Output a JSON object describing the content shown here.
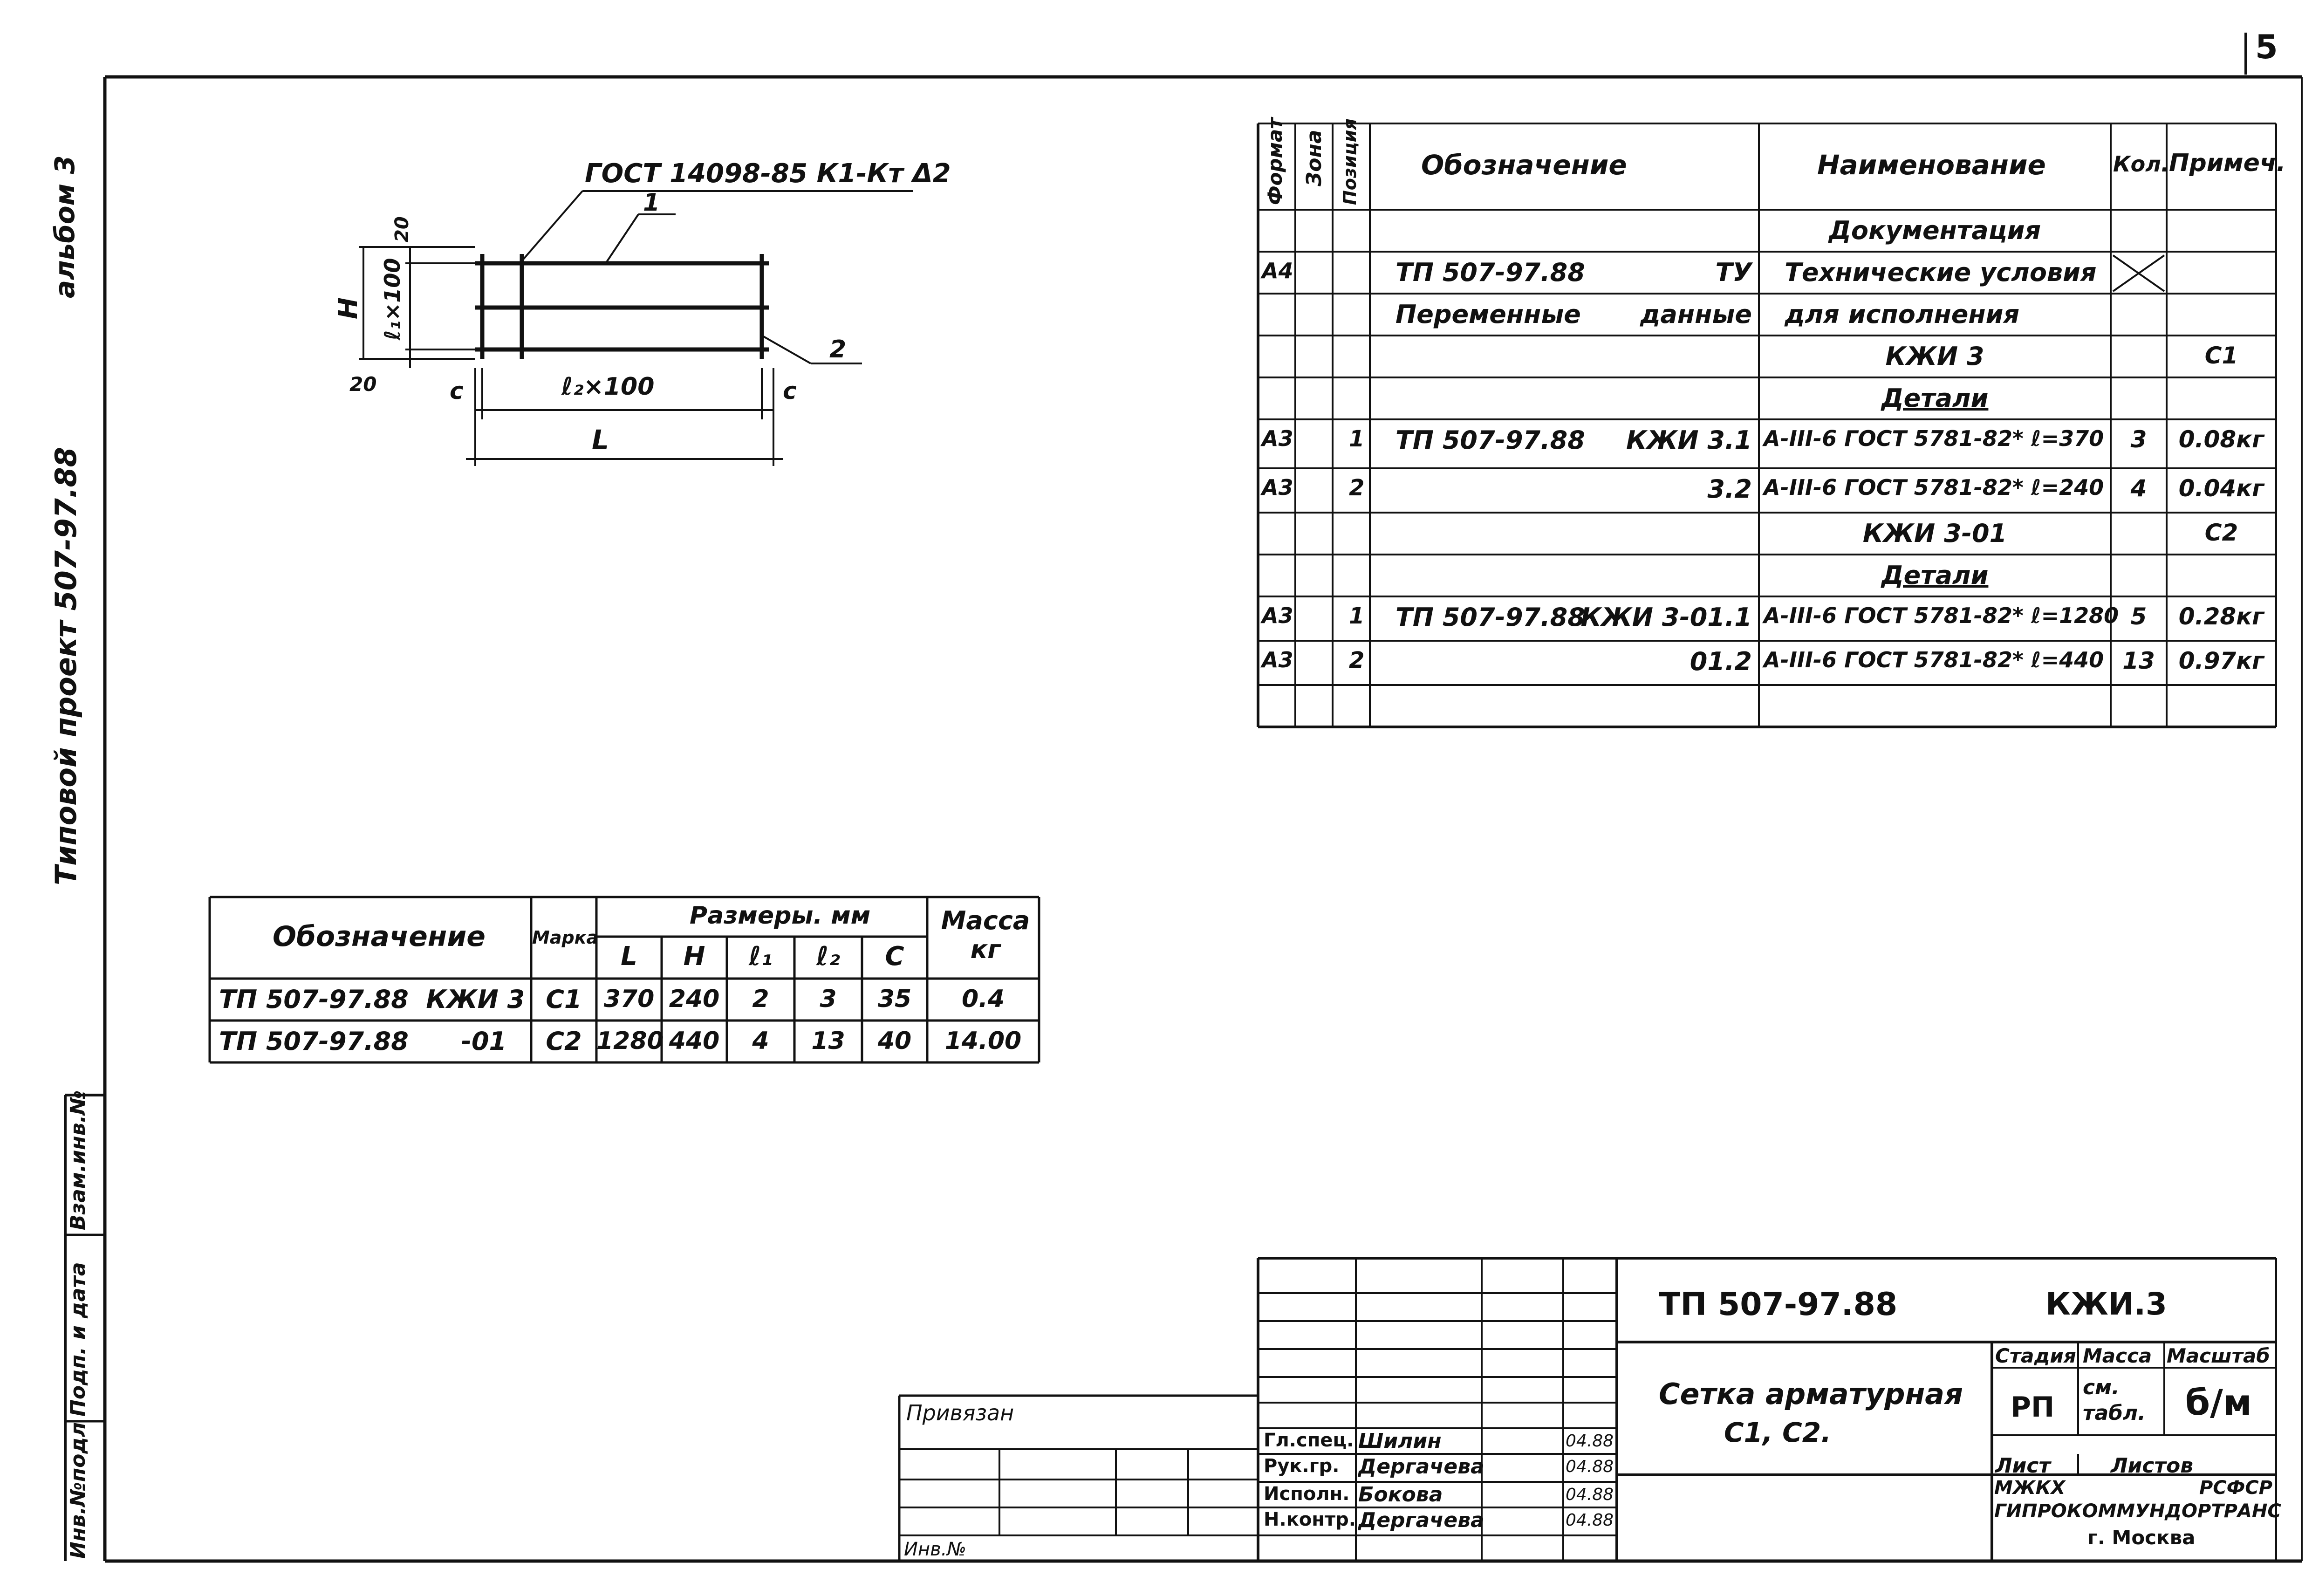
{
  "page_number": "5",
  "margin": {
    "album": "альбом 3",
    "project": "Типовой проект 507-97.88",
    "stamp_cells": [
      "Инв.№подл",
      "Подп. и дата",
      "Взам.инв.№"
    ]
  },
  "sketch": {
    "gost": "ГОСТ 14098-85 К1-Кт Δ2",
    "pos1": "1",
    "pos2": "2",
    "dim_H": "Н",
    "dim_l1": "ℓ₁×100",
    "dim_20_top": "20",
    "dim_20_bottom": "20",
    "dim_c_left": "с",
    "dim_c_right": "с",
    "dim_l2": "ℓ₂×100",
    "dim_L": "L"
  },
  "spec": {
    "headers": [
      "Формат",
      "Зона",
      "Позиция",
      "Обозначение",
      "Наименование",
      "Кол.",
      "Примеч."
    ],
    "rows": [
      {
        "fmt": "",
        "pos": "",
        "des1": "",
        "des2": "",
        "name": "Документация",
        "qty": "",
        "note": ""
      },
      {
        "fmt": "А4",
        "pos": "",
        "des1": "ТП 507-97.88",
        "des2": "ТУ",
        "name": "Технические условия",
        "qty": "",
        "note": ""
      },
      {
        "fmt": "",
        "pos": "",
        "des1": "Переменные",
        "des2": "данные",
        "name": "для исполнения",
        "qty": "",
        "note": ""
      },
      {
        "fmt": "",
        "pos": "",
        "des1": "",
        "des2": "",
        "name": "КЖИ 3",
        "qty": "",
        "note": "С1"
      },
      {
        "fmt": "",
        "pos": "",
        "des1": "",
        "des2": "",
        "name": "Детали",
        "qty": "",
        "note": ""
      },
      {
        "fmt": "А3",
        "pos": "1",
        "des1": "ТП 507-97.88",
        "des2": "КЖИ 3.1",
        "name": "А-III-6 ГОСТ 5781-82* ℓ=370",
        "qty": "3",
        "note": "0.08кг"
      },
      {
        "fmt": "А3",
        "pos": "2",
        "des1": "",
        "des2": "3.2",
        "name": "А-III-6 ГОСТ 5781-82* ℓ=240",
        "qty": "4",
        "note": "0.04кг"
      },
      {
        "fmt": "",
        "pos": "",
        "des1": "",
        "des2": "",
        "name": "КЖИ 3-01",
        "qty": "",
        "note": "С2"
      },
      {
        "fmt": "",
        "pos": "",
        "des1": "",
        "des2": "",
        "name": "Детали",
        "qty": "",
        "note": ""
      },
      {
        "fmt": "А3",
        "pos": "1",
        "des1": "ТП 507-97.88",
        "des2": "КЖИ 3-01.1",
        "name": "А-III-6 ГОСТ 5781-82* ℓ=1280",
        "qty": "5",
        "note": "0.28кг"
      },
      {
        "fmt": "А3",
        "pos": "2",
        "des1": "",
        "des2": "01.2",
        "name": "А-III-6 ГОСТ 5781-82* ℓ=440",
        "qty": "13",
        "note": "0.97кг"
      },
      {
        "fmt": "",
        "pos": "",
        "des1": "",
        "des2": "",
        "name": "",
        "qty": "",
        "note": ""
      }
    ]
  },
  "sizes_table": {
    "h_designation": "Обозначение",
    "h_mark": "Марка",
    "h_sizes": "Размеры. мм",
    "h_mass": "Масса кг",
    "sub_headers": [
      "L",
      "Н",
      "ℓ₁",
      "ℓ₂",
      "С"
    ],
    "rows": [
      {
        "des": "ТП 507-97.88  КЖИ 3",
        "mark": "С1",
        "L": "370",
        "H": "240",
        "l1": "2",
        "l2": "3",
        "C": "35",
        "mass": "0.4"
      },
      {
        "des": "ТП 507-97.88      -01",
        "mark": "С2",
        "L": "1280",
        "H": "440",
        "l1": "4",
        "l2": "13",
        "C": "40",
        "mass": "14.00"
      }
    ]
  },
  "title_block": {
    "doc_number": "ТП 507-97.88",
    "doc_code": "КЖИ.3",
    "title": "Сетка арматурная",
    "subtitle": "С1, С2.",
    "stage_label": "Стадия",
    "mass_label": "Масса",
    "scale_label": "Масштаб",
    "stage": "РП",
    "mass": "см. табл.",
    "scale": "б/м",
    "sheet_label": "Лист",
    "sheets_label": "Листов",
    "org1": "МЖКХ",
    "org2": "РСФСР",
    "org3": "ГИПРОКОММУНДОРТРАНС",
    "org4": "г. Москва",
    "bound": "Привязан",
    "inv": "Инв.№",
    "signers": [
      {
        "role": "Гл.спец.",
        "name": "Шилин",
        "date": "04.88"
      },
      {
        "role": "Рук.гр.",
        "name": "Дергачева",
        "date": "04.88"
      },
      {
        "role": "Исполн.",
        "name": "Бокова",
        "date": "04.88"
      },
      {
        "role": "Н.контр.",
        "name": "Дергачева",
        "date": "04.88"
      }
    ]
  }
}
